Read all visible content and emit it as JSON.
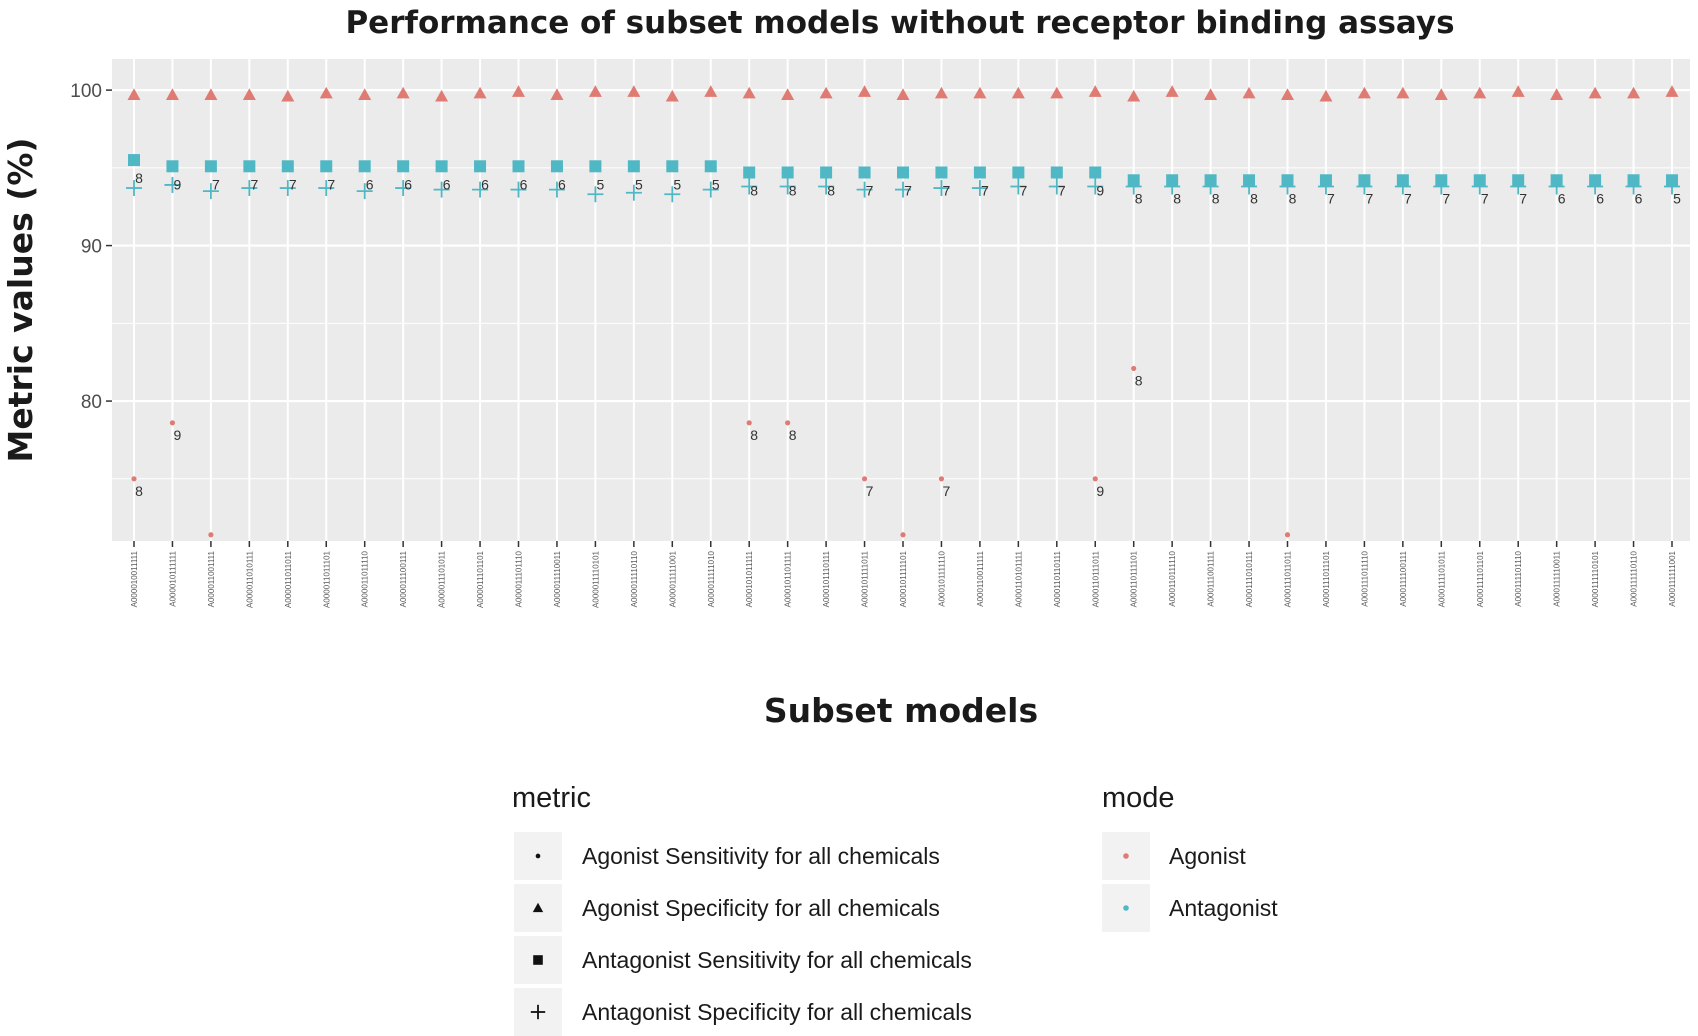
{
  "chart_data": {
    "type": "scatter",
    "title": "Performance of subset models without receptor binding assays",
    "xlabel": "Subset models",
    "ylabel": "Metric values (%)",
    "ylim": [
      71,
      102
    ],
    "yticks": [
      80,
      90,
      100
    ],
    "grid": true,
    "colors": {
      "Agonist": "#e07b73",
      "Antagonist": "#4fb8c4",
      "panel": "#ebebeb",
      "grid": "#ffffff"
    },
    "categories": [
      "A000010011111",
      "A000010111111",
      "A000011001111",
      "A000011010111",
      "A000011011011",
      "A000011011101",
      "A000011011110",
      "A000011100111",
      "A000011101011",
      "A000011101101",
      "A000011101110",
      "A000011110011",
      "A000011110101",
      "A000011110110",
      "A000011111001",
      "A000011111010",
      "A000101011111",
      "A000101101111",
      "A000101110111",
      "A000101111011",
      "A000101111101",
      "A000101111110",
      "A000110011111",
      "A000110101111",
      "A000110110111",
      "A000110111011",
      "A000110111101",
      "A000110111110",
      "A000111001111",
      "A000111010111",
      "A000111011011",
      "A000111011101",
      "A000111011110",
      "A000111100111",
      "A000111101011",
      "A000111101101",
      "A000111101110",
      "A000111110011",
      "A000111110101",
      "A000111110110",
      "A000111111001"
    ],
    "series": [
      {
        "name": "Agonist Sensitivity for all chemicals",
        "mode": "Agonist",
        "shape": "point",
        "values": [
          75,
          78.6,
          71.4,
          null,
          null,
          null,
          null,
          null,
          null,
          null,
          null,
          null,
          null,
          null,
          null,
          null,
          78.6,
          78.6,
          null,
          75,
          71.4,
          75,
          null,
          null,
          null,
          75,
          82.1,
          null,
          null,
          null,
          71.4,
          null,
          null,
          null,
          null,
          null,
          null,
          null,
          null,
          null,
          null
        ],
        "labels": [
          "8",
          "9",
          "",
          "",
          "",
          "",
          "",
          "",
          "",
          "",
          "",
          "",
          "",
          "",
          "",
          "",
          "8",
          "8",
          "",
          "7",
          "",
          "7",
          "",
          "",
          "",
          "9",
          "8",
          "",
          "",
          "",
          "",
          "",
          "",
          "",
          "",
          "",
          "",
          "",
          "",
          "",
          ""
        ]
      },
      {
        "name": "Agonist Specificity for all chemicals",
        "mode": "Agonist",
        "shape": "triangle",
        "values": [
          99.7,
          99.7,
          99.7,
          99.7,
          99.6,
          99.8,
          99.7,
          99.8,
          99.6,
          99.8,
          99.9,
          99.7,
          99.9,
          99.9,
          99.6,
          99.9,
          99.8,
          99.7,
          99.8,
          99.9,
          99.7,
          99.8,
          99.8,
          99.8,
          99.8,
          99.9,
          99.6,
          99.9,
          99.7,
          99.8,
          99.7,
          99.6,
          99.8,
          99.8,
          99.7,
          99.8,
          99.9,
          99.7,
          99.8,
          99.8,
          99.9,
          99.9
        ],
        "labels": []
      },
      {
        "name": "Antagonist Sensitivity for all chemicals",
        "mode": "Antagonist",
        "shape": "square",
        "values": [
          95.5,
          95.1,
          95.1,
          95.1,
          95.1,
          95.1,
          95.1,
          95.1,
          95.1,
          95.1,
          95.1,
          95.1,
          95.1,
          95.1,
          95.1,
          95.1,
          94.7,
          94.7,
          94.7,
          94.7,
          94.7,
          94.7,
          94.7,
          94.7,
          94.7,
          94.7,
          94.2,
          94.2,
          94.2,
          94.2,
          94.2,
          94.2,
          94.2,
          94.2,
          94.2,
          94.2,
          94.2,
          94.2,
          94.2,
          94.2,
          94.2
        ],
        "labels": [
          "8",
          "9",
          "7",
          "7",
          "7",
          "7",
          "6",
          "6",
          "6",
          "6",
          "6",
          "6",
          "5",
          "5",
          "5",
          "5",
          "8",
          "8",
          "8",
          "7",
          "7",
          "7",
          "7",
          "7",
          "7",
          "9",
          "8",
          "8",
          "8",
          "8",
          "8",
          "7",
          "7",
          "7",
          "7",
          "7",
          "7",
          "6",
          "6",
          "6",
          "5"
        ]
      },
      {
        "name": "Antagonist Specificity for all chemicals",
        "mode": "Antagonist",
        "shape": "plus",
        "values": [
          93.7,
          93.9,
          93.5,
          93.7,
          93.7,
          93.7,
          93.5,
          93.7,
          93.6,
          93.6,
          93.6,
          93.6,
          93.3,
          93.4,
          93.3,
          93.6,
          93.8,
          93.8,
          93.8,
          93.6,
          93.6,
          93.7,
          93.7,
          93.8,
          93.8,
          93.8,
          93.8,
          93.8,
          93.8,
          93.8,
          93.8,
          93.8,
          93.8,
          93.8,
          93.8,
          93.8,
          93.8,
          93.8,
          93.8,
          93.8,
          93.8
        ],
        "labels": []
      }
    ]
  },
  "legend": {
    "metric_title": "metric",
    "metric_items": [
      {
        "shape": "point",
        "label": "Agonist Sensitivity for all chemicals"
      },
      {
        "shape": "triangle",
        "label": "Agonist Specificity for all chemicals"
      },
      {
        "shape": "square",
        "label": "Antagonist Sensitivity for all chemicals"
      },
      {
        "shape": "plus",
        "label": "Antagonist Specificity for all chemicals"
      }
    ],
    "mode_title": "mode",
    "mode_items": [
      {
        "label": "Agonist",
        "color": "#e07b73"
      },
      {
        "label": "Antagonist",
        "color": "#4fb8c4"
      }
    ]
  }
}
